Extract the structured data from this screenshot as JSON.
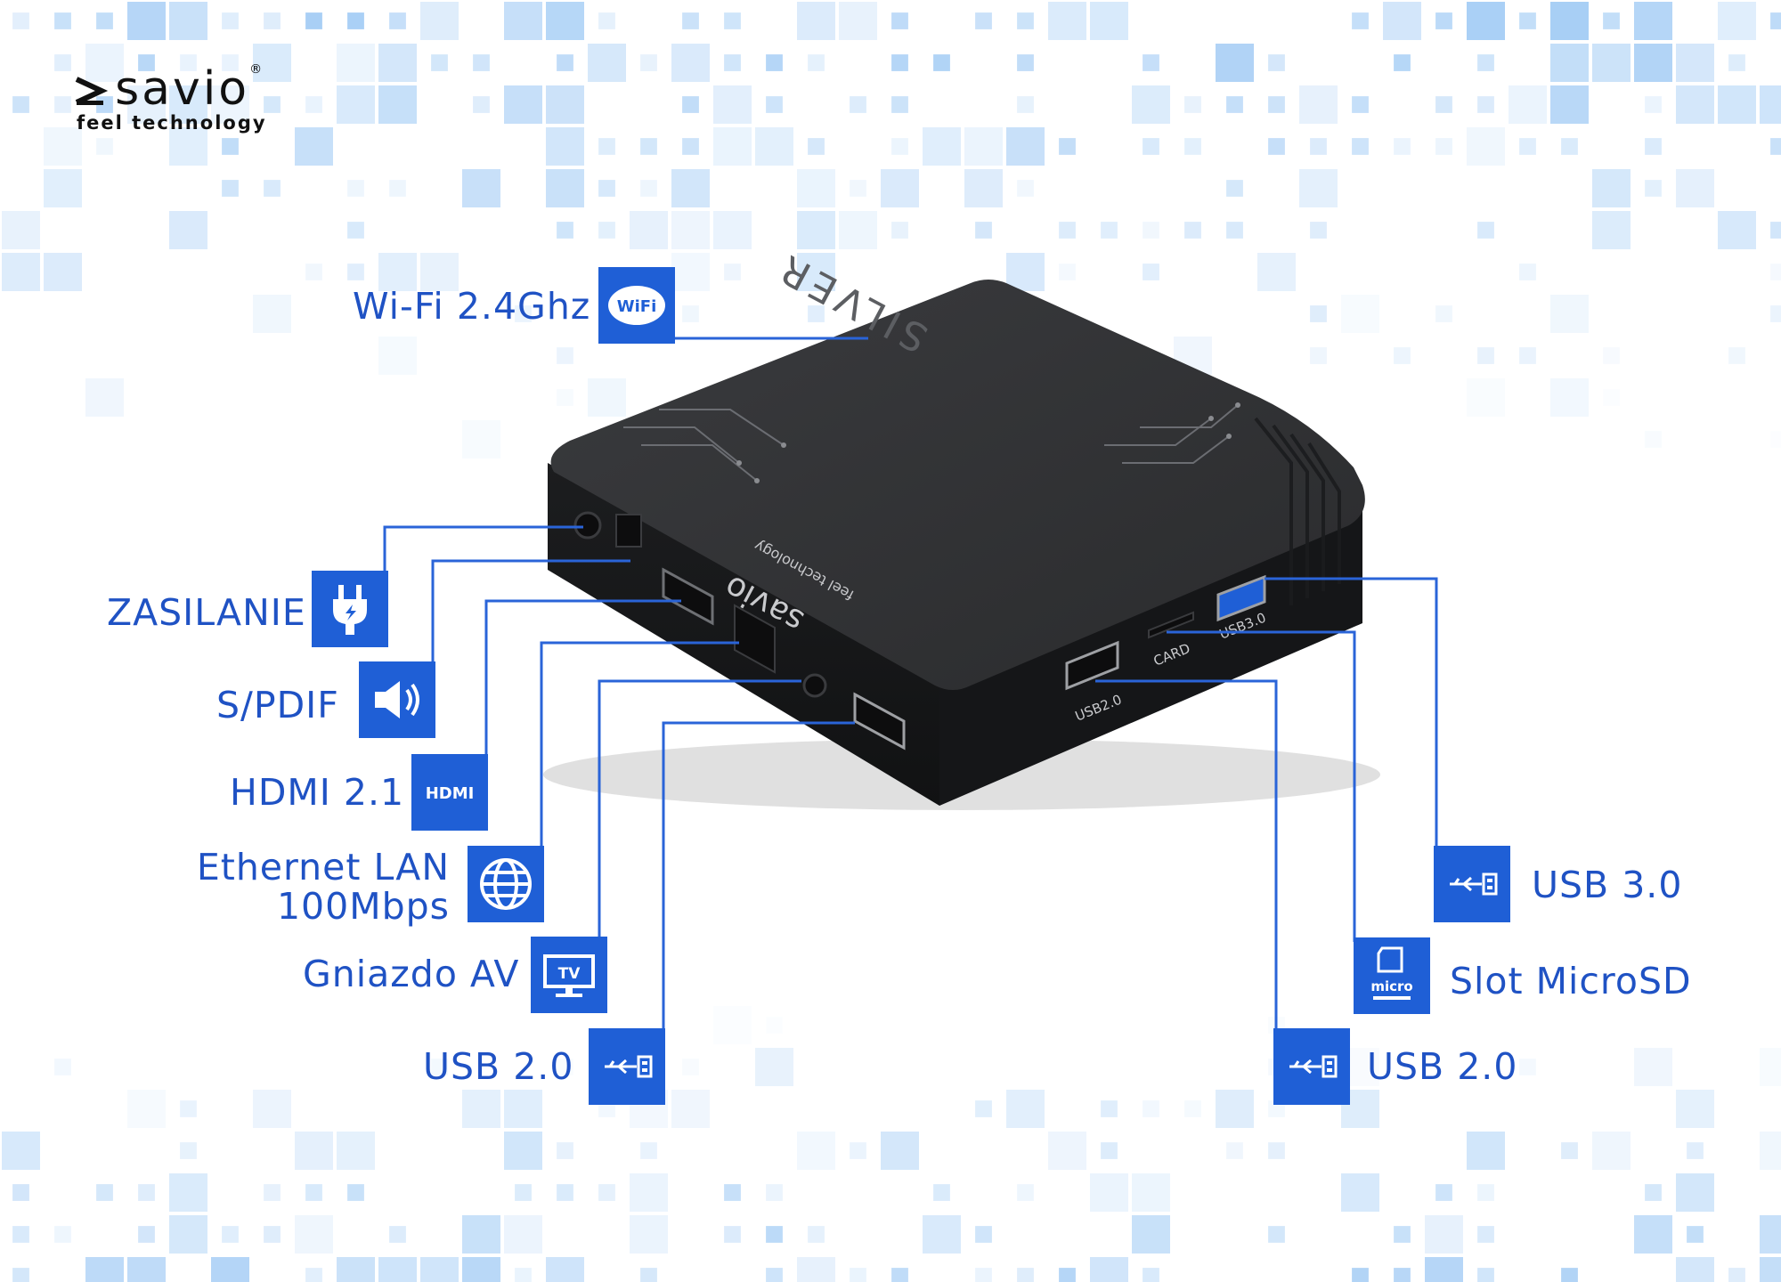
{
  "brand": {
    "name": "savio",
    "registered": "®",
    "tagline": "feel  technology"
  },
  "device": {
    "model_text": "SILVER",
    "front_logo": "savio",
    "front_tagline": "feel technology",
    "port_labels": {
      "usb3": "USB3.0",
      "card": "CARD",
      "usb2": "USB2.0"
    }
  },
  "features": {
    "wifi": "Wi-Fi 2.4Ghz",
    "power": "ZASILANIE",
    "spdif": "S/PDIF",
    "hdmi": "HDMI 2.1",
    "ethernet_line1": "Ethernet LAN",
    "ethernet_line2": "100Mbps",
    "av": "Gniazdo AV",
    "usb2_left": "USB 2.0",
    "usb3": "USB 3.0",
    "microsd": "Slot MicroSD",
    "usb2_right": "USB 2.0"
  },
  "icons": {
    "wifi_text": "WiFi",
    "hdmi_text": "HDMI",
    "tv_text": "TV",
    "micro_text": "micro"
  },
  "colors": {
    "accent": "#1f5fd6",
    "label": "#1f52c4",
    "line": "#2a64d8",
    "device": "#2b2c2e"
  }
}
